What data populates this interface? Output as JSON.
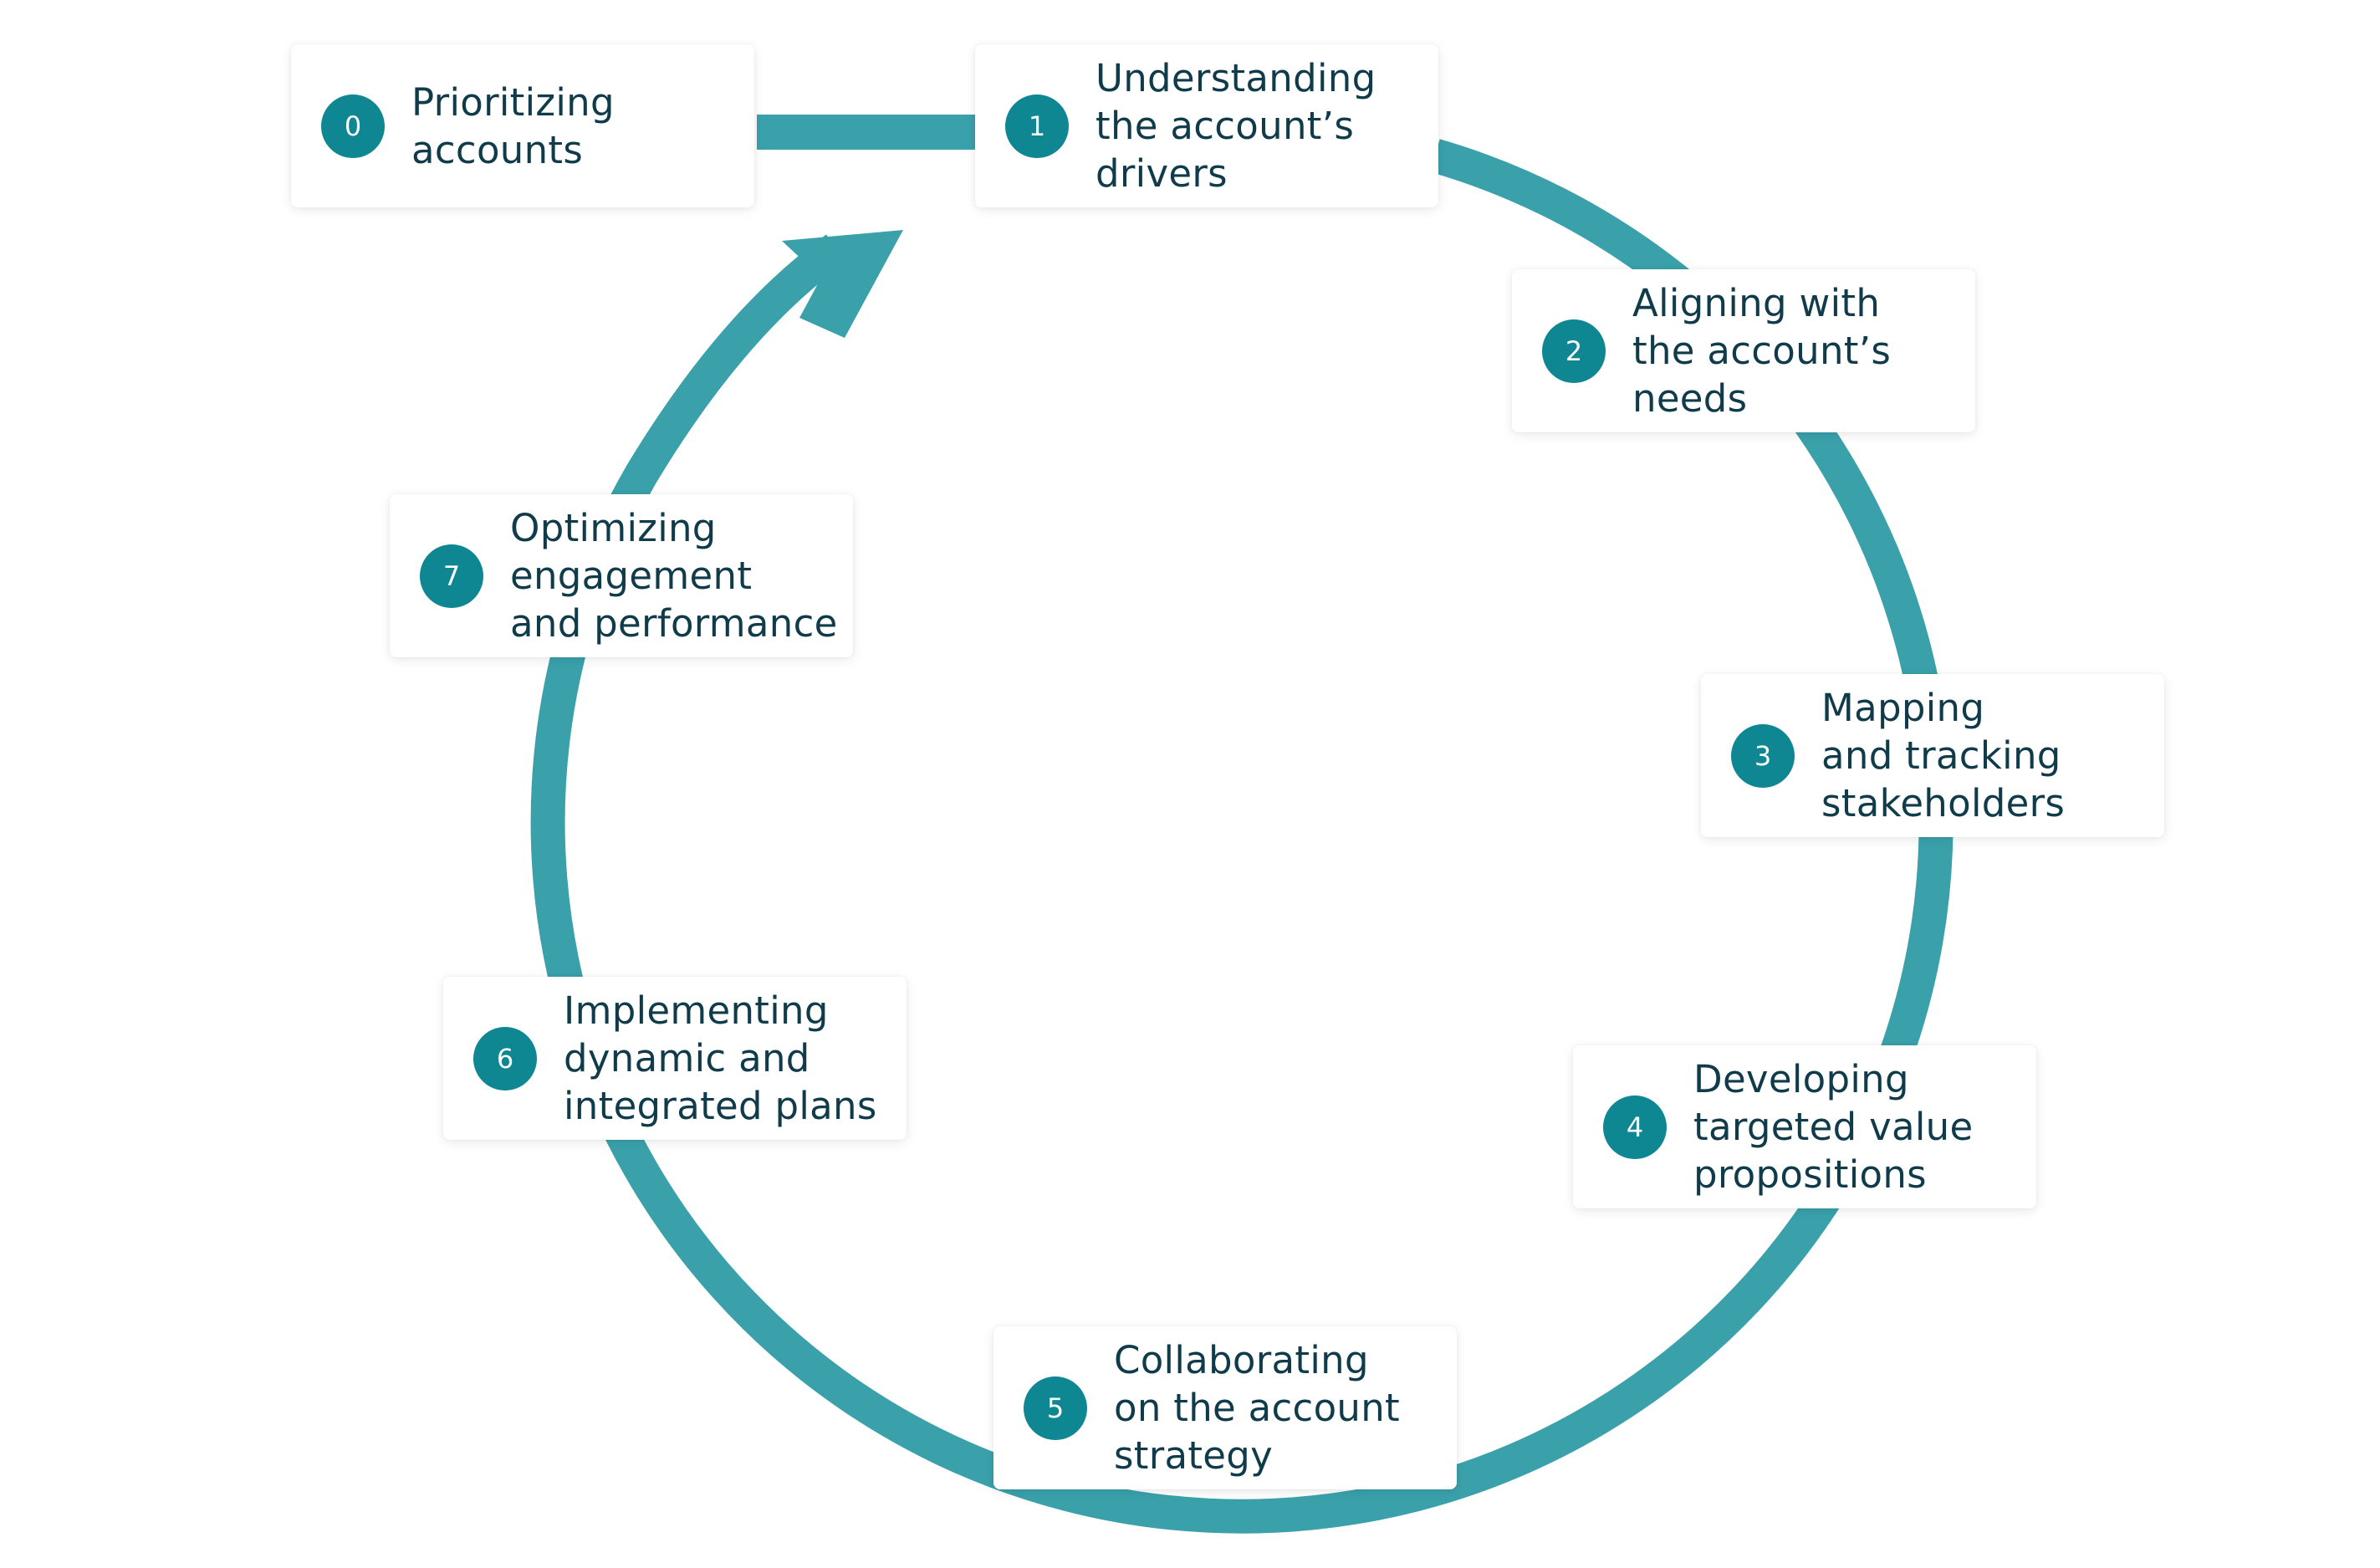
{
  "colors": {
    "ring": "#3aa1ab",
    "badge": "#0e8793",
    "text": "#0f3b4a",
    "card": "#ffffff"
  },
  "steps": [
    {
      "number": "0",
      "label": "Prioritizing\naccounts"
    },
    {
      "number": "1",
      "label": "Understanding\nthe account’s\ndrivers"
    },
    {
      "number": "2",
      "label": "Aligning with\nthe account’s\nneeds"
    },
    {
      "number": "3",
      "label": "Mapping\nand tracking\nstakeholders"
    },
    {
      "number": "4",
      "label": "Developing\ntargeted value\npropositions"
    },
    {
      "number": "5",
      "label": "Collaborating\non the account\nstrategy"
    },
    {
      "number": "6",
      "label": "Implementing\ndynamic and\nintegrated plans"
    },
    {
      "number": "7",
      "label": "Optimizing\nengagement\nand performance"
    }
  ]
}
